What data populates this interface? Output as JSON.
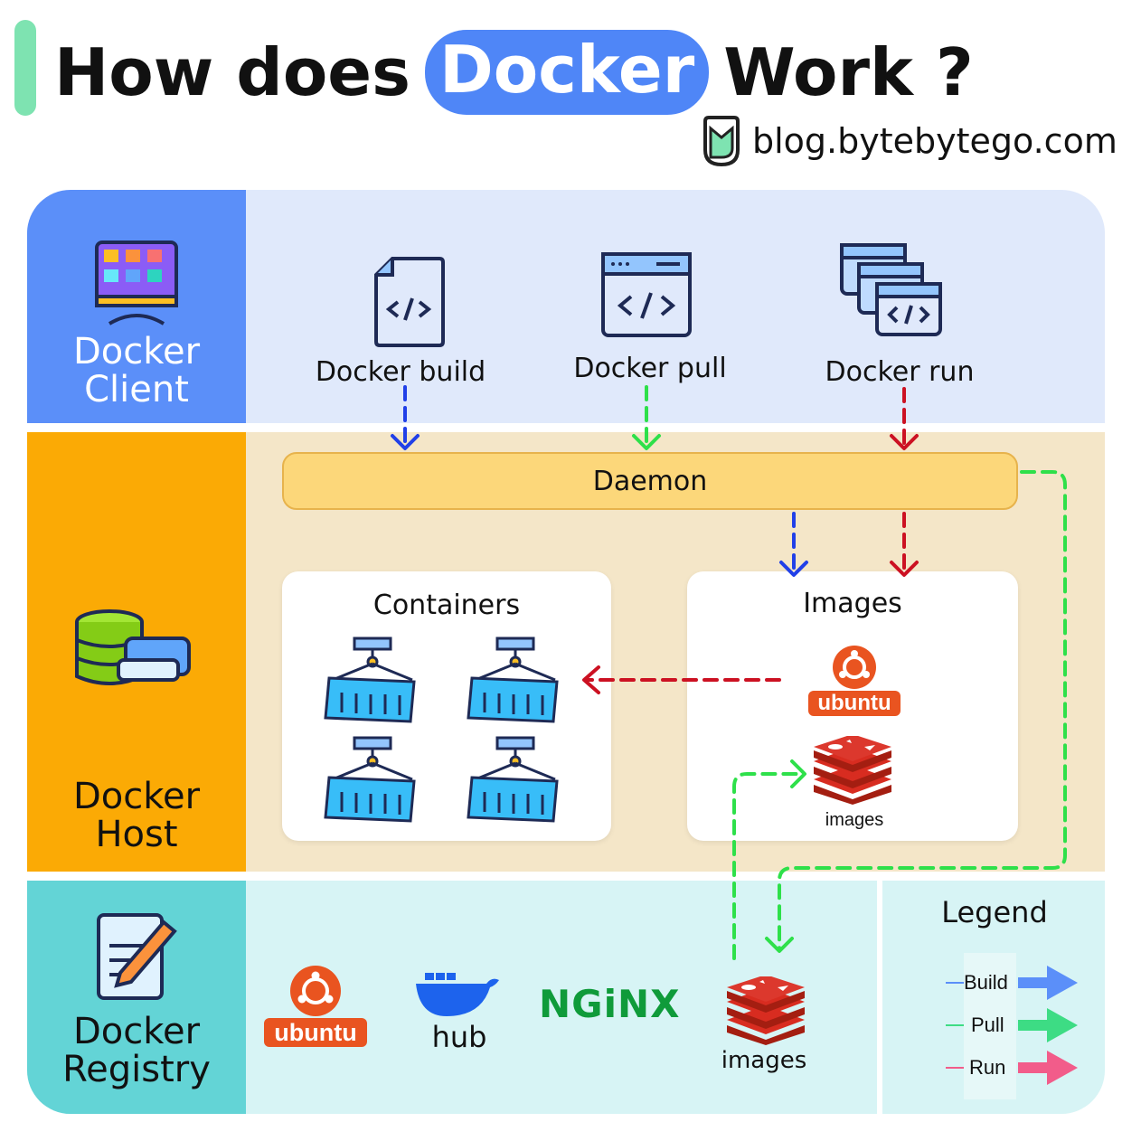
{
  "title": {
    "before": "How does",
    "highlight": "Docker",
    "after": "Work ?"
  },
  "site": "blog.bytebytego.com",
  "rows": {
    "client": {
      "label_line1": "Docker",
      "label_line2": "Client",
      "color": "#5b8ff9",
      "bg": "#e0e9fb"
    },
    "host": {
      "label_line1": "Docker",
      "label_line2": "Host",
      "color": "#fbaa05",
      "bg": "#f4e6c8"
    },
    "registry": {
      "label_line1": "Docker",
      "label_line2": "Registry",
      "color": "#63d4d6",
      "bg": "#d7f4f5"
    }
  },
  "client_commands": [
    {
      "label": "Docker build",
      "icon": "file-code-icon"
    },
    {
      "label": "Docker pull",
      "icon": "browser-code-icon"
    },
    {
      "label": "Docker run",
      "icon": "stacked-windows-icon"
    }
  ],
  "daemon": "Daemon",
  "containers": {
    "title": "Containers",
    "count": 4
  },
  "images": {
    "title": "Images",
    "ubuntu": "ubuntu",
    "redis_caption": "images"
  },
  "registry_items": {
    "ubuntu": "ubuntu",
    "hub": "hub",
    "nginx": "NGiNX",
    "redis_caption": "images"
  },
  "legend": {
    "title": "Legend",
    "items": [
      {
        "label": "Build",
        "color": "#5b8ff9"
      },
      {
        "label": "Pull",
        "color": "#3ddc84"
      },
      {
        "label": "Run",
        "color": "#f25c8a"
      }
    ]
  },
  "arrow_colors": {
    "build": "#2140e8",
    "pull": "#2ee04a",
    "run": "#cc1122"
  }
}
